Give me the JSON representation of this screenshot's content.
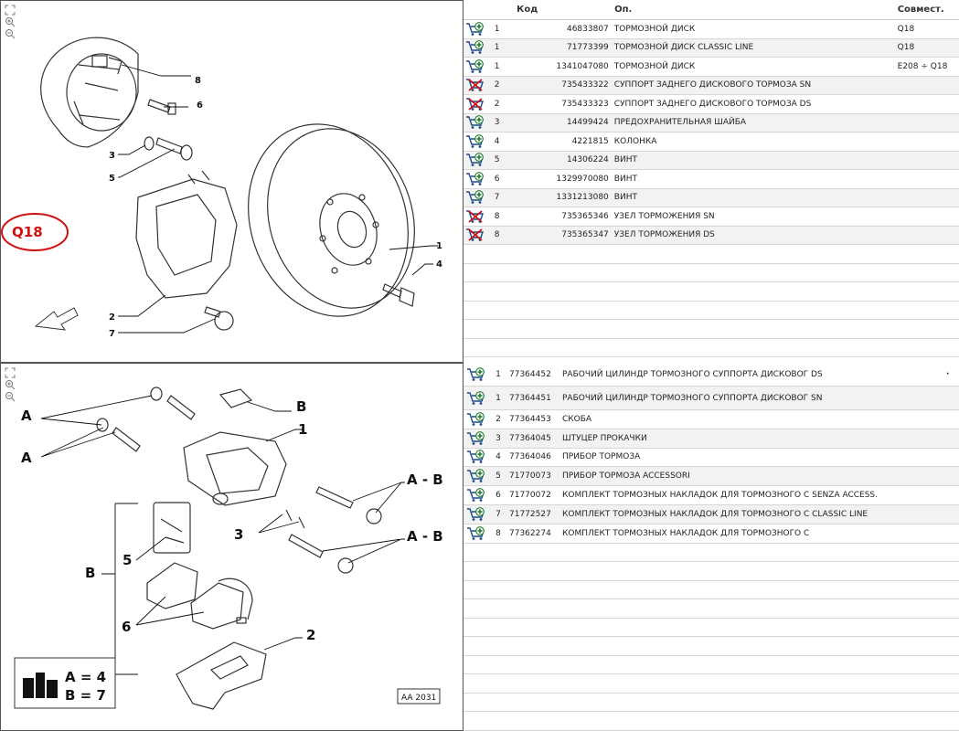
{
  "diagram_top": {
    "callouts": [
      "8",
      "6",
      "3",
      "5",
      "2",
      "7",
      "1",
      "4"
    ],
    "marking": "Q18"
  },
  "diagram_bottom": {
    "callouts": [
      "A",
      "A",
      "B",
      "1",
      "A - B",
      "3",
      "A - B",
      "5",
      "B",
      "6",
      "2"
    ],
    "legend_a": "A = 4",
    "legend_b": "B = 7",
    "code": "AA 2031"
  },
  "table_top": {
    "headers": {
      "code": "Код",
      "desc": "Оп.",
      "compat": "Совмест."
    },
    "rows": [
      {
        "icon": "cart-add-icon",
        "qty": "1",
        "code": "46833807",
        "desc": "ТОРМОЗНОЙ ДИСК",
        "compat": "Q18"
      },
      {
        "icon": "cart-add-icon",
        "qty": "1",
        "code": "71773399",
        "desc": "ТОРМОЗНОЙ ДИСК CLASSIC LINE",
        "compat": "Q18"
      },
      {
        "icon": "cart-add-icon",
        "qty": "1",
        "code": "1341047080",
        "desc": "ТОРМОЗНОЙ ДИСК",
        "compat": "E208 ÷ Q18"
      },
      {
        "icon": "cart-unavailable-icon",
        "qty": "2",
        "code": "735433322",
        "desc": "СУППОРТ ЗАДНЕГО ДИСКОВОГО ТОРМОЗА SN",
        "compat": ""
      },
      {
        "icon": "cart-unavailable-icon",
        "qty": "2",
        "code": "735433323",
        "desc": "СУППОРТ ЗАДНЕГО ДИСКОВОГО ТОРМОЗА DS",
        "compat": ""
      },
      {
        "icon": "cart-add-icon",
        "qty": "3",
        "code": "14499424",
        "desc": "ПРЕДОХРАНИТЕЛЬНАЯ ШАЙБА",
        "compat": ""
      },
      {
        "icon": "cart-add-icon",
        "qty": "4",
        "code": "4221815",
        "desc": "КОЛОНКА",
        "compat": ""
      },
      {
        "icon": "cart-add-icon",
        "qty": "5",
        "code": "14306224",
        "desc": "ВИНТ",
        "compat": ""
      },
      {
        "icon": "cart-add-icon",
        "qty": "6",
        "code": "1329970080",
        "desc": "ВИНТ",
        "compat": ""
      },
      {
        "icon": "cart-add-icon",
        "qty": "7",
        "code": "1331213080",
        "desc": "ВИНТ",
        "compat": ""
      },
      {
        "icon": "cart-unavailable-icon",
        "qty": "8",
        "code": "735365346",
        "desc": "УЗЕЛ ТОРМОЖЕНИЯ SN",
        "compat": ""
      },
      {
        "icon": "cart-unavailable-icon",
        "qty": "8",
        "code": "735365347",
        "desc": "УЗЕЛ ТОРМОЖЕНИЯ DS",
        "compat": ""
      }
    ]
  },
  "table_bottom": {
    "rows": [
      {
        "icon": "cart-add-icon",
        "qty": "1",
        "code": "77364452",
        "desc": "РАБОЧИЙ ЦИЛИНДР ТОРМОЗНОГО СУППОРТА ДИСКОВОГ DS",
        "mark": "·"
      },
      {
        "icon": "cart-add-icon",
        "qty": "1",
        "code": "77364451",
        "desc": "РАБОЧИЙ ЦИЛИНДР ТОРМОЗНОГО СУППОРТА ДИСКОВОГ SN",
        "mark": ""
      },
      {
        "icon": "cart-add-icon",
        "qty": "2",
        "code": "77364453",
        "desc": "СКОБА",
        "mark": ""
      },
      {
        "icon": "cart-add-icon",
        "qty": "3",
        "code": "77364045",
        "desc": "ШТУЦЕР ПРОКАЧКИ",
        "mark": ""
      },
      {
        "icon": "cart-add-icon",
        "qty": "4",
        "code": "77364046",
        "desc": "ПРИБОР ТОРМОЗА",
        "mark": ""
      },
      {
        "icon": "cart-add-icon",
        "qty": "5",
        "code": "71770073",
        "desc": "ПРИБОР ТОРМОЗА ACCESSORI",
        "mark": ""
      },
      {
        "icon": "cart-add-icon",
        "qty": "6",
        "code": "71770072",
        "desc": "КОМПЛЕКТ ТОРМОЗНЫХ НАКЛАДОК ДЛЯ ТОРМОЗНОГО С SENZA ACCESS.",
        "mark": ""
      },
      {
        "icon": "cart-add-icon",
        "qty": "7",
        "code": "71772527",
        "desc": "КОМПЛЕКТ ТОРМОЗНЫХ НАКЛАДОК ДЛЯ ТОРМОЗНОГО С CLASSIC LINE",
        "mark": ""
      },
      {
        "icon": "cart-add-icon",
        "qty": "8",
        "code": "77362274",
        "desc": "КОМПЛЕКТ ТОРМОЗНЫХ НАКЛАДОК ДЛЯ ТОРМОЗНОГО С",
        "mark": ""
      }
    ]
  }
}
